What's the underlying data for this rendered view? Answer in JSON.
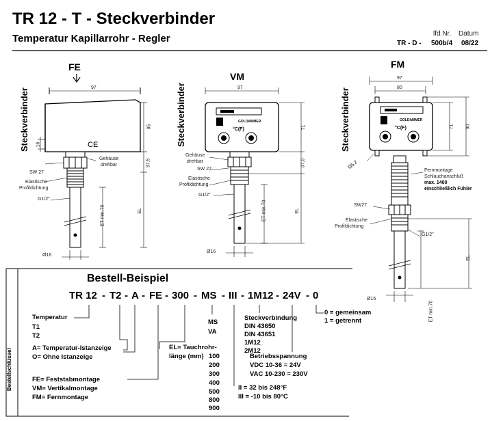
{
  "header": {
    "title": "TR 12 - T - Steckverbinder",
    "subtitle": "Temperatur Kapillarrohr - Regler",
    "lfd_label": "lfd.Nr.",
    "datum_label": "Datum",
    "doc_prefix": "TR - D -",
    "doc_number": "500b/4",
    "doc_date": "08/22"
  },
  "views": {
    "fe": {
      "label": "FE",
      "side_label": "Steckverbinder",
      "dims": {
        "width": "97",
        "top": "16",
        "height": "85",
        "lower": "37,5",
        "et": "ET min.70",
        "el": "EL",
        "dia": "Ø16"
      },
      "notes": {
        "housing": "Gehäuse drehbar",
        "housing_l1": "Gehäuse",
        "housing_l2": "drehbar",
        "sw": "SW 27",
        "seal_l1": "Elastische",
        "seal_l2": "Profildichtung",
        "thread": "G1/2\"",
        "ce": "CE"
      }
    },
    "vm": {
      "label": "VM",
      "side_label": "Steckverbinder",
      "dims": {
        "width": "97",
        "height": "71",
        "lower": "37,5",
        "et": "ET min.70",
        "el": "EL",
        "dia": "Ø16"
      },
      "notes": {
        "housing_l1": "Gehäuse",
        "housing_l2": "drehbar",
        "sw": "SW 27",
        "seal_l1": "Elastische",
        "seal_l2": "Profildichtung",
        "thread": "G1/2\"",
        "brand": "GOLDAMMER",
        "unit": "°C(F)"
      }
    },
    "fm": {
      "label": "FM",
      "side_label": "Steckverbinder",
      "dims": {
        "width": "97",
        "inner": "80",
        "height1": "71",
        "height2": "90",
        "hole": "Ø5,2",
        "et": "ET min.70",
        "el": "EL",
        "dia": "Ø16"
      },
      "notes": {
        "remote_l1": "Fernmontage",
        "remote_l2": "Schlauchanschluß",
        "remote_l3": "max. 1400",
        "remote_l4": "einschließlich Fühler",
        "sw": "SW27",
        "seal_l1": "Elastische",
        "seal_l2": "Profildichtung",
        "thread": "G1/2\"",
        "brand": "GOLDAMMER",
        "unit": "°C(F)"
      }
    }
  },
  "order": {
    "section_key": "Bestellschlüssel",
    "title": "Bestell-Beispiel",
    "code_parts": [
      "TR 12",
      "-",
      "T2",
      "-",
      "A",
      "-",
      "FE",
      "-",
      "300",
      "-",
      "MS",
      "-",
      "III",
      "-",
      "1M12",
      "-",
      "24V",
      "-",
      "0"
    ],
    "legend": {
      "temperatur": [
        "Temperatur",
        "T1",
        "T2"
      ],
      "anzeige": [
        "A= Temperatur-Istanzeige",
        "O= Ohne Istanzeige"
      ],
      "montage": [
        "FE= Feststabmontage",
        "VM= Vertikalmontage",
        "FM= Fernmontage"
      ],
      "el_l1": "EL= Tauchrohr-",
      "el_l2": "länge (mm)",
      "lengths": [
        "100",
        "200",
        "300",
        "400",
        "500",
        "800",
        "900"
      ],
      "material": [
        "MS",
        "VA"
      ],
      "range": [
        "II  = 32 bis 248°F",
        "III = -10 bis 80°C"
      ],
      "connector": [
        "Steckverbindung",
        "DIN 43650",
        "DIN 43651",
        "1M12",
        "2M12"
      ],
      "voltage": [
        "Betriebsspannung",
        "VDC 10-36 = 24V",
        "VAC 10-230 = 230V"
      ],
      "option": [
        "0 = gemeinsam",
        "1 = getrennt"
      ]
    }
  }
}
